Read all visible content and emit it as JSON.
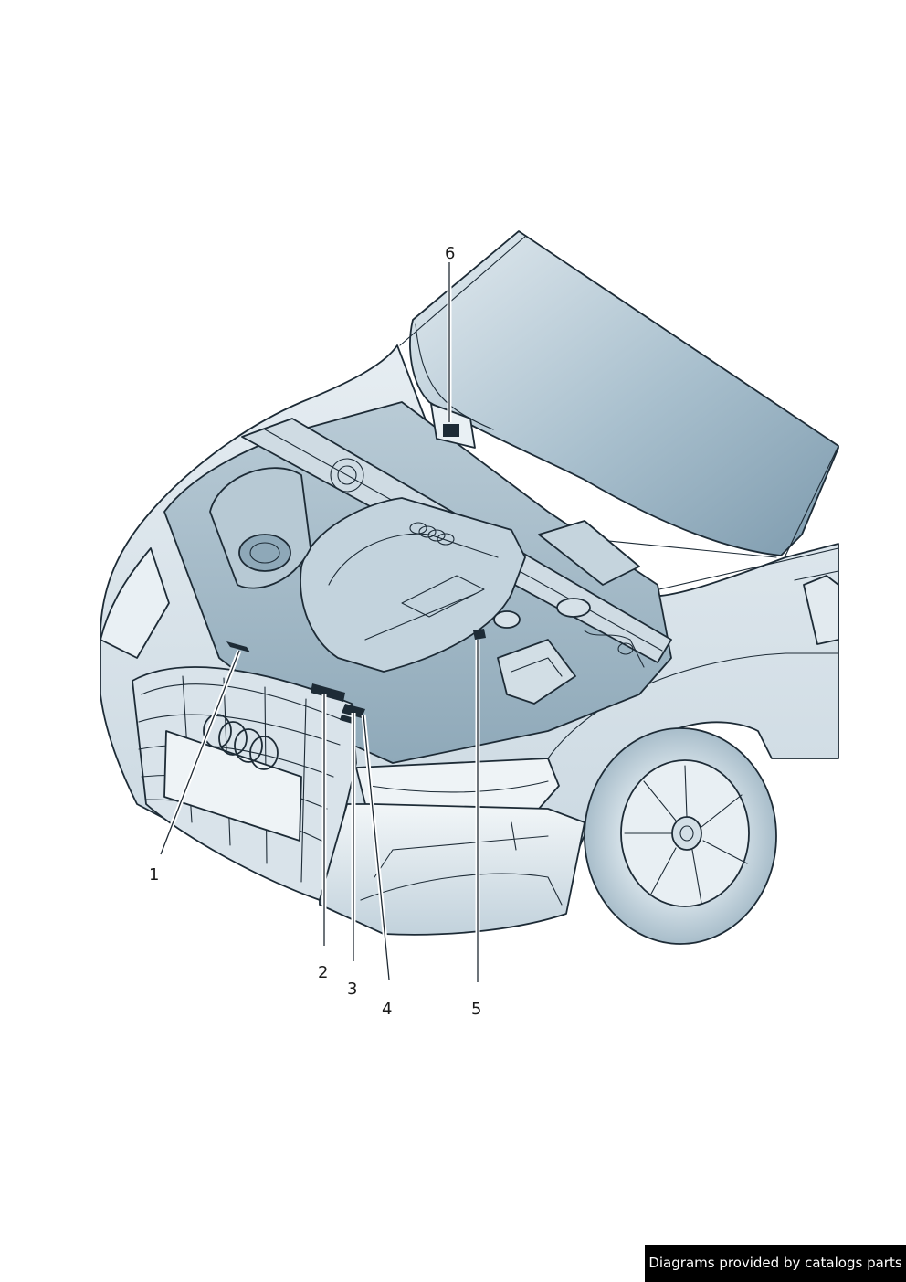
{
  "diagram": {
    "callouts": [
      {
        "id": "1",
        "label": "1"
      },
      {
        "id": "2",
        "label": "2"
      },
      {
        "id": "3",
        "label": "3"
      },
      {
        "id": "4",
        "label": "4"
      },
      {
        "id": "5",
        "label": "5"
      },
      {
        "id": "6",
        "label": "6"
      }
    ]
  },
  "footer": {
    "credit": "Diagrams provided by catalogs parts"
  },
  "colors": {
    "outline": "#1d2b36",
    "body_fill": "#dce6ec",
    "shade_fill": "#a9bfcc",
    "glass_dark": "#7f9db0"
  }
}
